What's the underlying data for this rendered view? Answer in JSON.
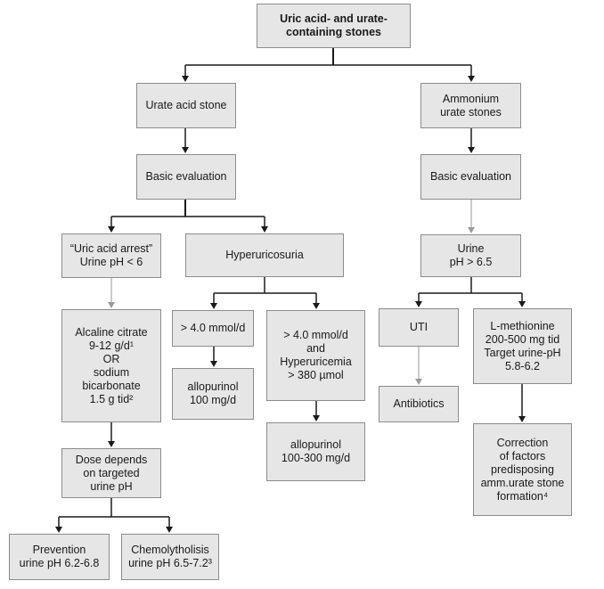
{
  "nodes": {
    "root": [
      "Uric acid- and urate-",
      "containing stones"
    ],
    "urate_acid_stone": [
      "Urate acid stone"
    ],
    "ammonium_urate_stones": [
      "Ammonium",
      "urate stones"
    ],
    "basic_eval_left": [
      "Basic evaluation"
    ],
    "basic_eval_right": [
      "Basic evaluation"
    ],
    "uric_acid_arrest": [
      "“Uric acid arrest”",
      "Urine pH < 6"
    ],
    "hyperuricosuria": [
      "Hyperuricosuria"
    ],
    "urine_ph": [
      "Urine",
      "pH > 6.5"
    ],
    "alcaline_citrate": [
      "Alcaline citrate",
      "9-12 g/d¹",
      "OR",
      "sodium",
      "bicarbonate",
      "1.5 g tid²"
    ],
    "gt4_mmol": [
      "> 4.0 mmol/d"
    ],
    "gt4_hyperuricemia": [
      "> 4.0 mmol/d",
      "and",
      "Hyperuricemia",
      "> 380 µmol"
    ],
    "uti": [
      "UTI"
    ],
    "l_methionine": [
      "L-methionine",
      "200-500 mg tid",
      "Target urine-pH",
      "5.8-6.2"
    ],
    "allopurinol_100": [
      "allopurinol",
      "100 mg/d"
    ],
    "antibiotics": [
      "Antibiotics"
    ],
    "allopurinol_100_300": [
      "allopurinol",
      "100-300 mg/d"
    ],
    "correction": [
      "Correction",
      "of factors",
      "predisposing",
      "amm.urate stone",
      "formation⁴"
    ],
    "dose_depends": [
      "Dose depends",
      "on targeted",
      "urine pH"
    ],
    "prevention": [
      "Prevention",
      "urine pH 6.2-6.8"
    ],
    "chemolytholisis": [
      "Chemolytholisis",
      "urine pH 6.5-7.2³"
    ]
  }
}
